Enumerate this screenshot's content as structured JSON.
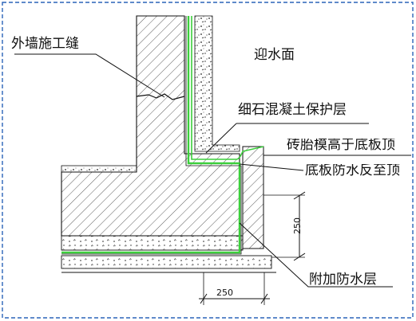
{
  "labels": {
    "wall_joint": "外墙施工缝",
    "water_face": "迎水面",
    "protection_layer": "细石混凝土保护层",
    "brick_mold": "砖胎模高于底板顶",
    "floor_return": "底板防水反至顶",
    "extra_waterproof": "附加防水层"
  },
  "dimensions": {
    "vertical": "250",
    "horizontal": "250"
  },
  "colors": {
    "frame_border": "#2a63b8",
    "waterproof_membrane": "#3ccf3c",
    "line": "#111111"
  }
}
